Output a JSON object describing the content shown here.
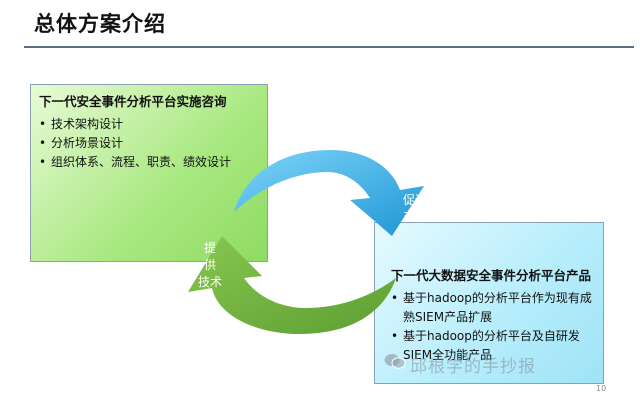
{
  "slide": {
    "title": "总体方案介绍",
    "page_number": "10"
  },
  "consulting": {
    "heading": "下一代安全事件分析平台实施咨询",
    "items": [
      "技术架构设计",
      "分析场景设计",
      "组织体系、流程、职责、绩效设计"
    ]
  },
  "product": {
    "heading": "下一代大数据安全事件分析平台产品",
    "items": [
      "基于hadoop的分析平台作为现有成熟SIEM产品扩展",
      "基于hadoop的分析平台及自研发SIEM全功能产品"
    ]
  },
  "arrows": {
    "provide_tech": "提\n供\n技术",
    "promote_product": "促进\n产品"
  },
  "watermark": "邱根学的手抄报",
  "colors": {
    "green_arrow": "#6aaa3a",
    "blue_arrow": "#3fb0e6",
    "green_box": "#a8e880",
    "blue_box": "#b8eefc",
    "title_rule": "#5a6e84"
  }
}
